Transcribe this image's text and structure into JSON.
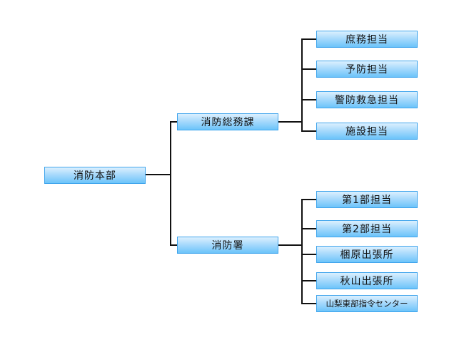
{
  "org_chart": {
    "root": {
      "label": "消防本部"
    },
    "divisions": [
      {
        "label": "消防総務課",
        "children": [
          {
            "label": "庶務担当"
          },
          {
            "label": "予防担当"
          },
          {
            "label": "警防救急担当"
          },
          {
            "label": "施設担当"
          }
        ]
      },
      {
        "label": "消防署",
        "children": [
          {
            "label": "第1部担当"
          },
          {
            "label": "第2部担当"
          },
          {
            "label": "梱原出張所"
          },
          {
            "label": "秋山出張所"
          },
          {
            "label": "山梨東部指令センター"
          }
        ]
      }
    ]
  },
  "colors": {
    "node_border": "#3fa4ec",
    "node_fill_top": "#dcf0fe",
    "node_fill_bottom": "#6cc4fa",
    "connector": "#111111",
    "text": "#111111"
  }
}
